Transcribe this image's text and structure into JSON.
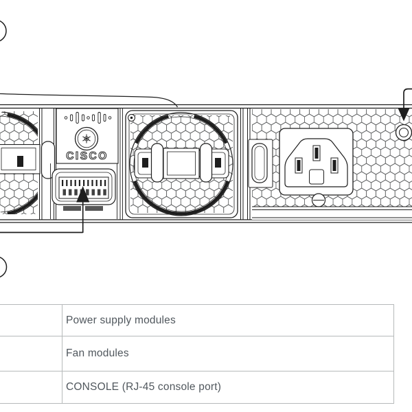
{
  "figure": {
    "name": "switch-rear-panel-diagram",
    "cisco_logo": "CISCO"
  },
  "colors": {
    "line": "#1e1e1e",
    "honeycomb": "#595b5c",
    "table_border": "#b6b9ba",
    "table_text": "#50575d"
  },
  "table": {
    "rows": [
      {
        "number": "",
        "label": "Power supply modules"
      },
      {
        "number": "",
        "label": "Fan modules"
      },
      {
        "number": "",
        "label": "CONSOLE (RJ-45 console port)"
      }
    ]
  }
}
